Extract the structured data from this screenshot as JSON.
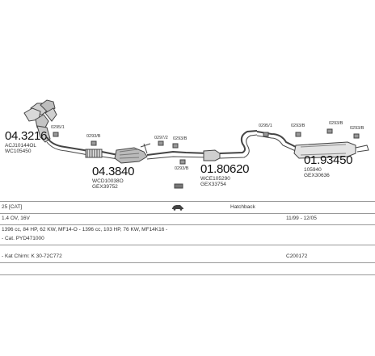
{
  "diagram": {
    "parts": [
      {
        "id": "a",
        "number": "04.3216",
        "codes": [
          "ACJ10144OL",
          "WC105450"
        ]
      },
      {
        "id": "b",
        "number": "04.3840",
        "codes": [
          "WCD10038O",
          "GEX39752"
        ]
      },
      {
        "id": "c",
        "number": "01.80620",
        "codes": [
          "WCE105290",
          "GEX33754"
        ]
      },
      {
        "id": "d",
        "number": "01.93450",
        "codes": [
          "105940",
          "GEX30636"
        ]
      }
    ],
    "clamps": [
      "0295/1",
      "0293/B",
      "0297/2",
      "0293/B",
      "0293/B",
      "0295/1",
      "0293/B",
      "0293/B",
      "0293/B"
    ]
  },
  "info": {
    "row1": {
      "model": "25 [CAT]",
      "body": "Hatchback"
    },
    "row2": {
      "engine": "1.4 OV, 16V",
      "years": "11/99 - 12/05"
    },
    "row3": {
      "spec": "1396 cc, 84 HP, 62 KW, MF14-O - 1396 cc, 103 HP, 76 KW, MF14K16 -"
    },
    "row4": {
      "spec": "- Cat. PYD471000"
    },
    "row5": {
      "kit": "- Kat Chirm: K 30-72C772",
      "code": "C200172"
    }
  }
}
